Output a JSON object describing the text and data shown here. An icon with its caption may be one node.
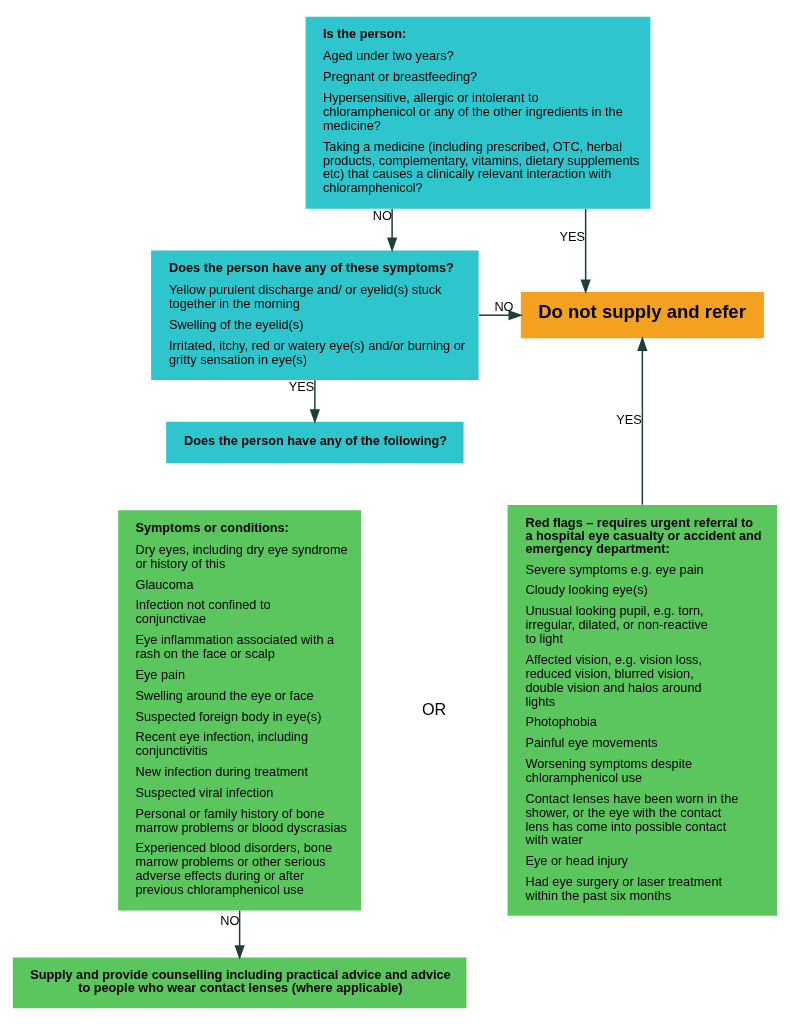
{
  "diagram": {
    "nodes": [
      {
        "text": [
          "Is the person:",
          "Aged under two years?",
          "Pregnant or breastfeeding?",
          "Hypersensitive, allergic or intolerant to chloramphenicol or any of the other ingredients in the medicine?",
          "Taking a medicine (including prescribed, OTC, herbal products, complementary, vitamins, dietary supplements etc) that causes a clinically relevant interaction with chloramphenicol?"
        ]
      },
      {
        "text": [
          "Does the person have any of these symptoms?",
          "Yellow purulent discharge and/ or eyelid(s) stuck together in the morning",
          "Swelling of the eyelid(s)",
          "Irritated, itchy, red or watery eye(s) and/or burning or gritty sensation in eye(s)"
        ]
      },
      {
        "text": [
          "Does the person have any of the following?"
        ]
      },
      {
        "text": [
          "Symptoms or conditions:",
          "Dry eyes, including dry eye syndrome or history of this",
          "Glaucoma",
          "Infection not confined to conjunctivae",
          "Eye inflammation associated with a rash on the face or scalp",
          "Eye pain",
          "Swelling around the eye or face",
          "Suspected foreign body in eye(s)",
          "Recent eye infection, including conjunctivitis",
          "New infection during treatment",
          "Suspected viral infection",
          "Personal or family history of bone marrow problems or blood dyscrasias",
          "Experienced blood disorders, bone marrow problems or other serious adverse effects during or after previous chloramphenicol use"
        ]
      },
      {
        "text": [
          "Red flags – requires urgent referral to a hospital eye casualty or accident and emergency department:",
          "Severe symptoms e.g. eye pain",
          "Cloudy looking eye(s)",
          "Unusual looking pupil, e.g. torn, irregular, dilated, or non-reactive to light",
          "Affected vision, e.g. vision loss, reduced vision, blurred vision, double vision and halos around lights",
          "Photophobia",
          "Painful eye movements",
          "Worsening symptoms despite chloramphenicol use",
          "Contact lenses have been worn in the shower, or the eye with the contact lens has come into possible contact with water",
          "Eye or head injury",
          "Had eye surgery or laser treatment within the past six months"
        ]
      },
      {
        "text": [
          "Supply and provide counselling including practical advice and advice to people who wear contact lenses (where applicable)"
        ]
      },
      {
        "text": [
          "Do not supply and refer"
        ]
      }
    ],
    "edges": [
      {
        "from": 0,
        "to": 6,
        "arrow": "to",
        "label": "YES"
      },
      {
        "from": 0,
        "to": 1,
        "arrow": "to",
        "label": "NO"
      },
      {
        "from": 1,
        "to": 6,
        "arrow": "to",
        "label": "NO"
      },
      {
        "from": 1,
        "to": 2,
        "arrow": "to",
        "label": "YES"
      },
      {
        "from": 4,
        "to": 6,
        "arrow": "to",
        "label": "YES"
      },
      {
        "from": 3,
        "to": 5,
        "arrow": "to",
        "label": "NO"
      }
    ],
    "labels": [
      "OR"
    ]
  }
}
